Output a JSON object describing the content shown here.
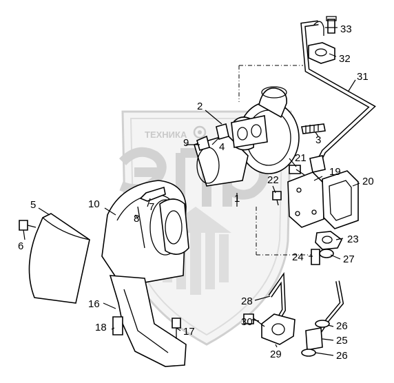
{
  "watermark": {
    "brand": "ТЕХНИКА"
  },
  "callouts": [
    {
      "id": "c1",
      "text": "1"
    },
    {
      "id": "c2",
      "text": "2"
    },
    {
      "id": "c3",
      "text": "3"
    },
    {
      "id": "c4",
      "text": "4"
    },
    {
      "id": "c5",
      "text": "5"
    },
    {
      "id": "c6",
      "text": "6"
    },
    {
      "id": "c7",
      "text": "7"
    },
    {
      "id": "c8",
      "text": "8"
    },
    {
      "id": "c9",
      "text": "9"
    },
    {
      "id": "c10",
      "text": "10"
    },
    {
      "id": "c16",
      "text": "16"
    },
    {
      "id": "c17",
      "text": "17"
    },
    {
      "id": "c18",
      "text": "18"
    },
    {
      "id": "c19",
      "text": "19"
    },
    {
      "id": "c20",
      "text": "20"
    },
    {
      "id": "c21",
      "text": "21"
    },
    {
      "id": "c22",
      "text": "22"
    },
    {
      "id": "c23",
      "text": "23"
    },
    {
      "id": "c24",
      "text": "24"
    },
    {
      "id": "c25",
      "text": "25"
    },
    {
      "id": "c26a",
      "text": "26"
    },
    {
      "id": "c26b",
      "text": "26"
    },
    {
      "id": "c27",
      "text": "27"
    },
    {
      "id": "c28",
      "text": "28"
    },
    {
      "id": "c29",
      "text": "29"
    },
    {
      "id": "c30",
      "text": "30"
    },
    {
      "id": "c31",
      "text": "31"
    },
    {
      "id": "c32",
      "text": "32"
    },
    {
      "id": "c33",
      "text": "33"
    }
  ]
}
